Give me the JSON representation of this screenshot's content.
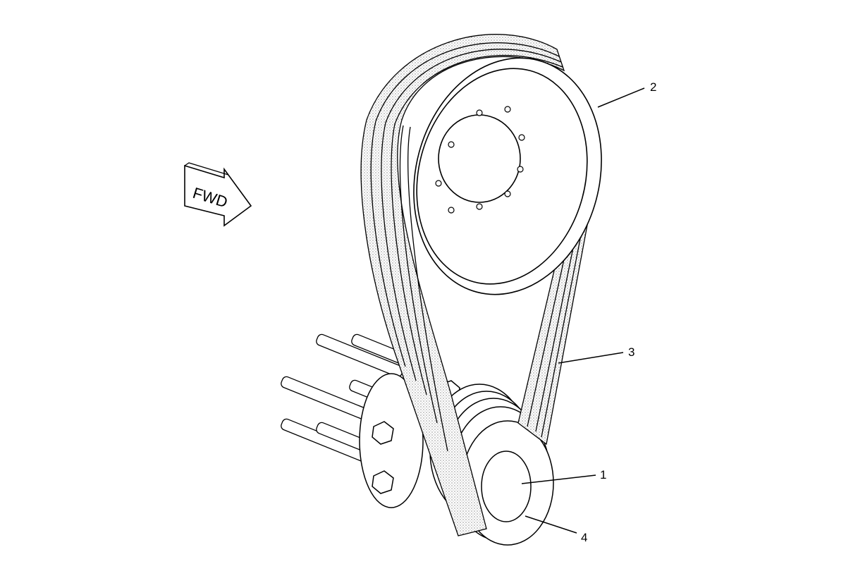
{
  "diagram": {
    "direction_label": "FWD",
    "callouts": [
      {
        "id": "1",
        "label": "1"
      },
      {
        "id": "2",
        "label": "2"
      },
      {
        "id": "3",
        "label": "3"
      },
      {
        "id": "4",
        "label": "4"
      }
    ]
  }
}
